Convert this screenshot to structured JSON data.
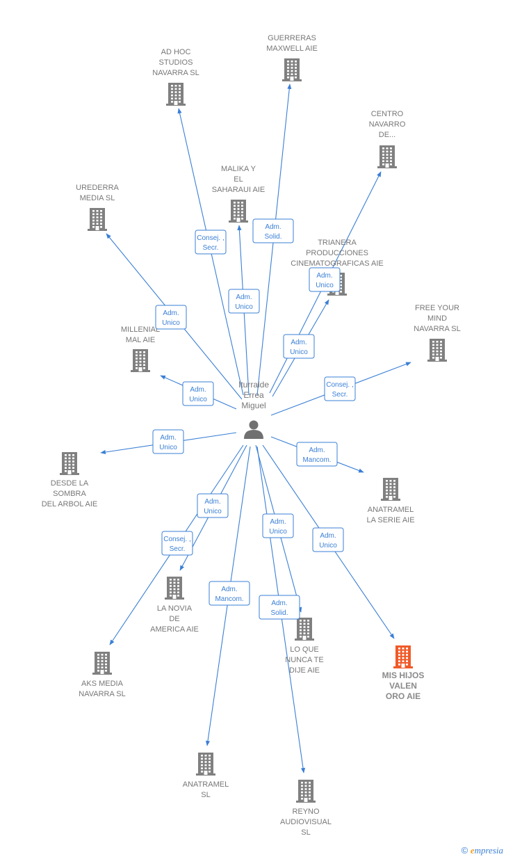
{
  "diagram": {
    "center": {
      "id": "center",
      "lines": [
        "Iturralde",
        "Errea",
        "Miguel"
      ],
      "icon": "person-icon"
    },
    "companies": [
      {
        "id": "guerreras",
        "lines": [
          "GUERRERAS",
          "MAXWELL AIE"
        ],
        "icon": "building-icon",
        "highlight": false
      },
      {
        "id": "adhoc",
        "lines": [
          "AD HOC",
          "STUDIOS",
          "NAVARRA  SL"
        ],
        "icon": "building-icon",
        "highlight": false
      },
      {
        "id": "centro",
        "lines": [
          "CENTRO",
          "NAVARRO",
          "DE..."
        ],
        "icon": "building-icon",
        "highlight": false
      },
      {
        "id": "malika",
        "lines": [
          "MALIKA Y",
          "EL",
          "SAHARAUI AIE"
        ],
        "icon": "building-icon",
        "highlight": false
      },
      {
        "id": "urederra",
        "lines": [
          "UREDERRA",
          "MEDIA  SL"
        ],
        "icon": "building-icon",
        "highlight": false
      },
      {
        "id": "trianera",
        "lines": [
          "TRIANERA",
          "PRODUCCIONES",
          "CINEMATOGRAFICAS AIE"
        ],
        "icon": "building-icon",
        "highlight": false
      },
      {
        "id": "freeyour",
        "lines": [
          "FREE YOUR",
          "MIND",
          "NAVARRA  SL"
        ],
        "icon": "building-icon",
        "highlight": false
      },
      {
        "id": "millenial",
        "lines": [
          "MILLENIAL",
          "MAL AIE"
        ],
        "icon": "building-icon",
        "highlight": false
      },
      {
        "id": "desdela",
        "lines": [
          "DESDE LA",
          "SOMBRA",
          "DEL ARBOL AIE"
        ],
        "icon": "building-icon",
        "highlight": false
      },
      {
        "id": "anatramelserie",
        "lines": [
          "ANATRAMEL",
          "LA SERIE AIE"
        ],
        "icon": "building-icon",
        "highlight": false
      },
      {
        "id": "lanovia",
        "lines": [
          "LA NOVIA",
          "DE",
          "AMERICA AIE"
        ],
        "icon": "building-icon",
        "highlight": false
      },
      {
        "id": "loque",
        "lines": [
          "LO QUE",
          "NUNCA TE",
          "DIJE AIE"
        ],
        "icon": "building-icon",
        "highlight": false
      },
      {
        "id": "mishijos",
        "lines": [
          "MIS HIJOS",
          "VALEN",
          "ORO AIE"
        ],
        "icon": "building-icon",
        "highlight": true
      },
      {
        "id": "aks",
        "lines": [
          "AKS MEDIA",
          "NAVARRA  SL"
        ],
        "icon": "building-icon",
        "highlight": false
      },
      {
        "id": "anatramelsl",
        "lines": [
          "ANATRAMEL",
          "SL"
        ],
        "icon": "building-icon",
        "highlight": false
      },
      {
        "id": "reyno",
        "lines": [
          "REYNO",
          "AUDIOVISUAL",
          "SL"
        ],
        "icon": "building-icon",
        "highlight": false
      }
    ],
    "relations": [
      {
        "target": "guerreras",
        "lines": [
          "Adm.",
          "Solid."
        ]
      },
      {
        "target": "adhoc",
        "lines": [
          "Consej. ,",
          "Secr."
        ]
      },
      {
        "target": "centro",
        "lines": [
          "Adm.",
          "Unico"
        ]
      },
      {
        "target": "malika",
        "lines": [
          "Adm.",
          "Unico"
        ]
      },
      {
        "target": "urederra",
        "lines": [
          "Adm.",
          "Unico"
        ]
      },
      {
        "target": "trianera",
        "lines": [
          "Adm.",
          "Unico"
        ]
      },
      {
        "target": "freeyour",
        "lines": [
          "Consej. ,",
          "Secr."
        ]
      },
      {
        "target": "millenial",
        "lines": [
          "Adm.",
          "Unico"
        ]
      },
      {
        "target": "desdela",
        "lines": [
          "Adm.",
          "Unico"
        ]
      },
      {
        "target": "anatramelserie",
        "lines": [
          "Adm.",
          "Mancom."
        ]
      },
      {
        "target": "lanovia",
        "lines": [
          "Adm.",
          "Unico"
        ]
      },
      {
        "target": "aks",
        "lines": [
          "Consej. ,",
          "Secr."
        ]
      },
      {
        "target": "loque",
        "lines": [
          "Adm.",
          "Unico"
        ]
      },
      {
        "target": "mishijos",
        "lines": [
          "Adm.",
          "Unico"
        ]
      },
      {
        "target": "anatramelsl",
        "lines": [
          "Adm.",
          "Mancom."
        ]
      },
      {
        "target": "reyno",
        "lines": [
          "Adm.",
          "Solid."
        ]
      }
    ],
    "colors": {
      "edge": "#3a7fd5",
      "building": "#808080",
      "building_highlight": "#f05a28",
      "label": "#777777",
      "person": "#707070"
    }
  },
  "footer": {
    "copyright_symbol": "©",
    "brand_initial": "e",
    "brand_rest": "mpresia"
  }
}
